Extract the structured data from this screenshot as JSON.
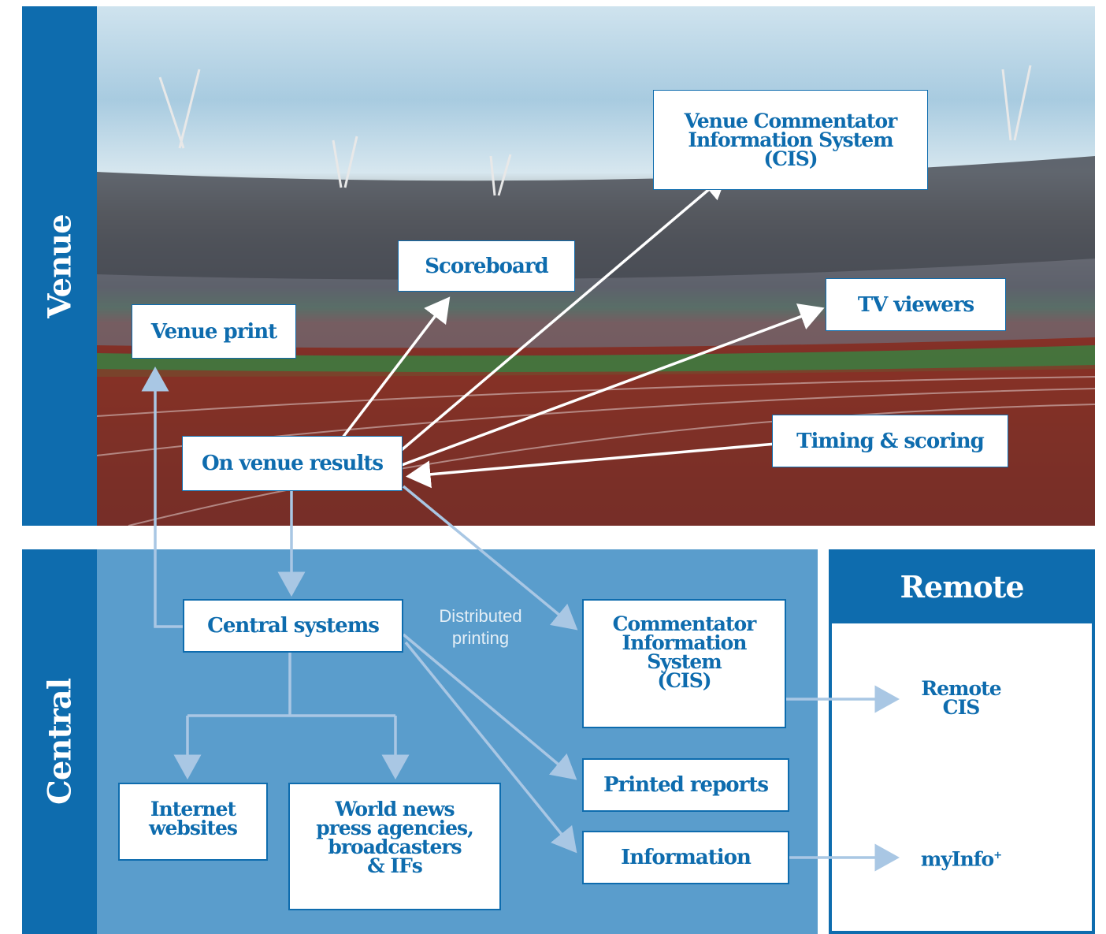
{
  "venue": {
    "label": "Venue",
    "boxes": {
      "venue_cis": [
        "Venue Commentator",
        "Information System",
        "(CIS)"
      ],
      "scoreboard": "Scoreboard",
      "tv_viewers": "TV viewers",
      "venue_print": "Venue print",
      "timing_scoring": "Timing & scoring",
      "on_venue_results": "On venue results"
    }
  },
  "central": {
    "label": "Central",
    "distributed_printing": [
      "Distributed",
      "printing"
    ],
    "boxes": {
      "central_systems": "Central systems",
      "cis": [
        "Commentator",
        "Information",
        "System",
        "(CIS)"
      ],
      "printed_reports": "Printed reports",
      "information": "Information",
      "internet_websites": [
        "Internet",
        "websites"
      ],
      "world_news": [
        "World news",
        "press agencies,",
        "broadcasters",
        "& IFs"
      ]
    }
  },
  "remote": {
    "title": "Remote",
    "remote_cis": [
      "Remote",
      "CIS"
    ],
    "myinfo": "myInfo",
    "myinfo_sup": "+"
  },
  "colors": {
    "brand_blue": "#0e6cae",
    "central_bg": "#5a9dcc",
    "arrow_light": "#a9c7e4",
    "arrow_white": "#ffffff"
  }
}
